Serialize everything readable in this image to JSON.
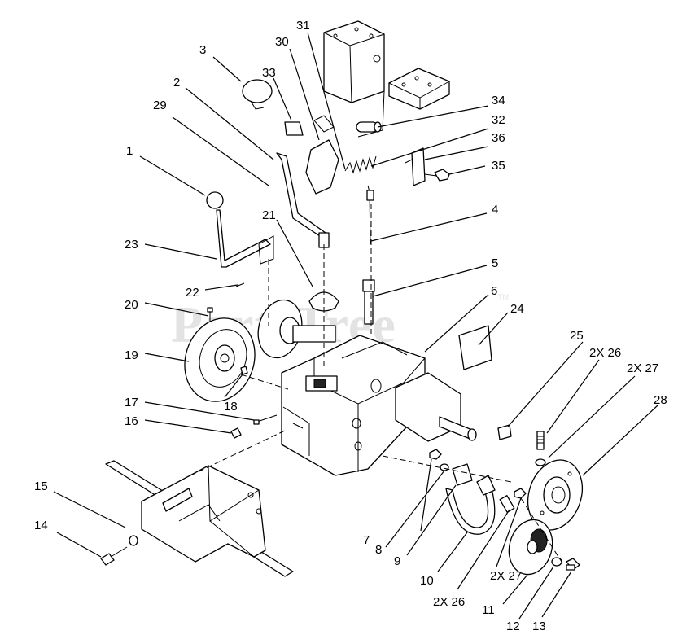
{
  "watermark": {
    "text": "PartsTree",
    "trademark": "TM"
  },
  "callouts": [
    {
      "id": "c1",
      "label": "1"
    },
    {
      "id": "c2",
      "label": "2"
    },
    {
      "id": "c3",
      "label": "3"
    },
    {
      "id": "c4",
      "label": "4"
    },
    {
      "id": "c5",
      "label": "5"
    },
    {
      "id": "c6",
      "label": "6"
    },
    {
      "id": "c7",
      "label": "7"
    },
    {
      "id": "c8",
      "label": "8"
    },
    {
      "id": "c9",
      "label": "9"
    },
    {
      "id": "c10",
      "label": "10"
    },
    {
      "id": "c11",
      "label": "11"
    },
    {
      "id": "c12",
      "label": "12"
    },
    {
      "id": "c13",
      "label": "13"
    },
    {
      "id": "c14",
      "label": "14"
    },
    {
      "id": "c15",
      "label": "15"
    },
    {
      "id": "c16",
      "label": "16"
    },
    {
      "id": "c17",
      "label": "17"
    },
    {
      "id": "c18",
      "label": "18"
    },
    {
      "id": "c19",
      "label": "19"
    },
    {
      "id": "c20",
      "label": "20"
    },
    {
      "id": "c21",
      "label": "21"
    },
    {
      "id": "c22",
      "label": "22"
    },
    {
      "id": "c23",
      "label": "23"
    },
    {
      "id": "c24",
      "label": "24"
    },
    {
      "id": "c25",
      "label": "25"
    },
    {
      "id": "c26a",
      "label": "2X 26"
    },
    {
      "id": "c27a",
      "label": "2X 27"
    },
    {
      "id": "c28",
      "label": "28"
    },
    {
      "id": "c27b",
      "label": "2X 27"
    },
    {
      "id": "c26b",
      "label": "2X 26"
    },
    {
      "id": "c29",
      "label": "29"
    },
    {
      "id": "c30",
      "label": "30"
    },
    {
      "id": "c31",
      "label": "31"
    },
    {
      "id": "c32",
      "label": "32"
    },
    {
      "id": "c33",
      "label": "33"
    },
    {
      "id": "c34",
      "label": "34"
    },
    {
      "id": "c35",
      "label": "35"
    },
    {
      "id": "c36",
      "label": "36"
    }
  ]
}
